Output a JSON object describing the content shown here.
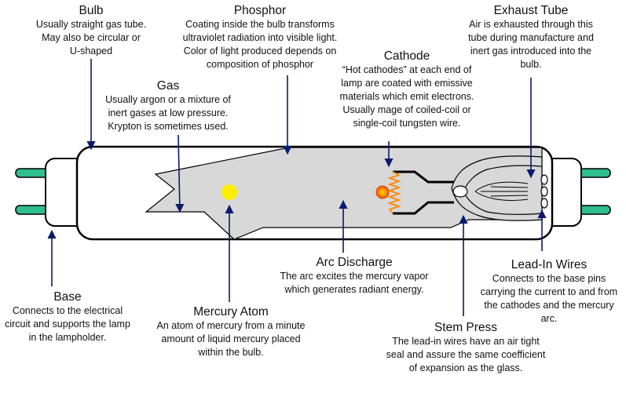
{
  "labels": {
    "bulb": {
      "title": "Bulb",
      "desc": "Usually straight gas tube.\nMay also be circular or\nU-shaped"
    },
    "phosphor": {
      "title": "Phosphor",
      "desc": "Coating inside the bulb transforms\nultraviolet radiation into visible light.\nColor of light produced depends on\ncomposition of phosphor"
    },
    "exhaust_tube": {
      "title": "Exhaust Tube",
      "desc": "Air is exhausted through this\ntube during manufacture and\ninert gas introduced into the\nbulb."
    },
    "cathode": {
      "title": "Cathode",
      "desc": "“Hot cathodes” at each end of\nlamp are coated with emissive\nmaterials which emit electrons.\nUsually mage of coiled-coil or\nsingle-coil tungsten wire."
    },
    "gas": {
      "title": "Gas",
      "desc": "Usually argon or a mixture of\ninert gases at low pressure.\nKrypton is sometimes used."
    },
    "arc_discharge": {
      "title": "Arc Discharge",
      "desc": "The arc excites the mercury vapor\nwhich generates radiant energy."
    },
    "lead_in_wires": {
      "title": "Lead-In Wires",
      "desc": "Connects to the base pins\ncarrying the current to and from\nthe cathodes and the mercury\narc."
    },
    "base": {
      "title": "Base",
      "desc": "Connects to the electrical\ncircuit and supports the lamp\nin the lampholder."
    },
    "mercury_atom": {
      "title": "Mercury Atom",
      "desc": "An atom of mercury from a minute\namount of liquid mercury placed\nwithin the bulb."
    },
    "stem_press": {
      "title": "Stem Press",
      "desc": "The lead-in wires have an air tight\nseal and assure the same coefficient\nof expansion as the glass."
    }
  },
  "colors": {
    "pin": "#2fbf8f",
    "outline": "#000000",
    "arc_fill": "#d8d8d8",
    "mercury": "#ffee00",
    "cathode_glow": "#ff9900",
    "coil": "#ff8800",
    "arrow": "#0a1a6e"
  }
}
